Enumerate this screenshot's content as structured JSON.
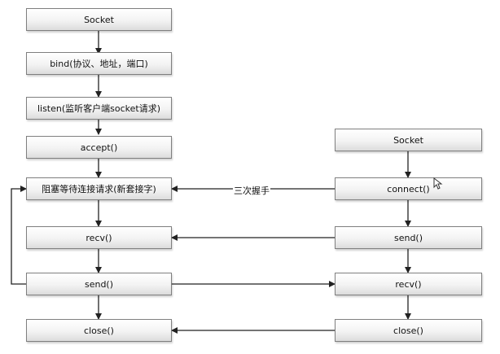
{
  "server": {
    "socket": "Socket",
    "bind": "bind(协议、地址，端口)",
    "listen": "listen(监听客户端socket请求)",
    "accept": "accept()",
    "block": "阻塞等待连接请求(新套接字)",
    "recv": "recv()",
    "send": "send()",
    "close": "close()"
  },
  "client": {
    "socket": "Socket",
    "connect": "connect()",
    "send": "send()",
    "recv": "recv()",
    "close": "close()"
  },
  "handshake_label": "三次握手",
  "colors": {
    "line": "#222222",
    "box_border": "#7f7f7f"
  }
}
